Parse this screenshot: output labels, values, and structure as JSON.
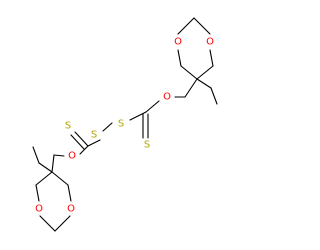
{
  "image": {
    "background": "#ffffff"
  },
  "colors": {
    "carbon_bond": "#000000",
    "oxygen": "#ff0000",
    "sulfur": "#b5a300"
  },
  "atoms": {
    "o_ring_top_left": "O",
    "o_ring_top_right": "O",
    "o_linker_top": "O",
    "s_bridge_right": "S",
    "s_bridge_left": "S",
    "s_thione_right": "S",
    "s_thione_left": "S",
    "o_linker_bottom": "O",
    "o_ring_bottom_left": "O",
    "o_ring_bottom_right": "O"
  }
}
